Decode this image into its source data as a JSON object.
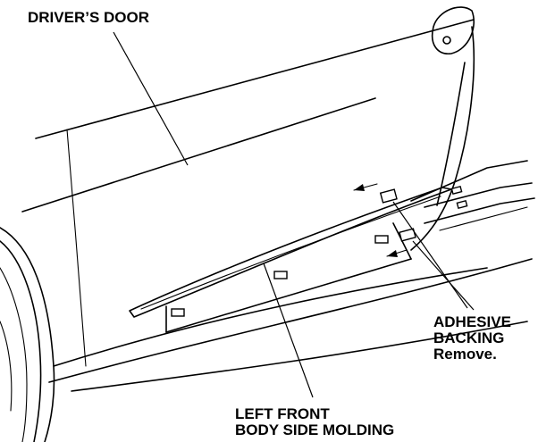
{
  "labels": {
    "drivers_door": "DRIVER’S DOOR",
    "adhesive_backing": [
      "ADHESIVE",
      "BACKING",
      "Remove."
    ],
    "left_front_molding": [
      "LEFT FRONT",
      "BODY SIDE MOLDING"
    ]
  }
}
